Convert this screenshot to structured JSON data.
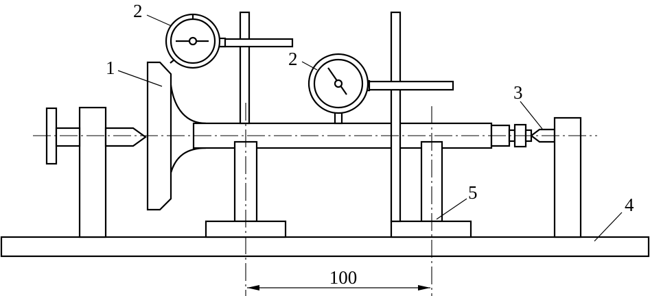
{
  "labels": {
    "dial_gauge_left": "2",
    "dial_gauge_right": "2",
    "valve_head": "1",
    "center_point": "3",
    "base_plate": "4",
    "v_block": "5"
  },
  "dimension": {
    "distance": "100"
  }
}
